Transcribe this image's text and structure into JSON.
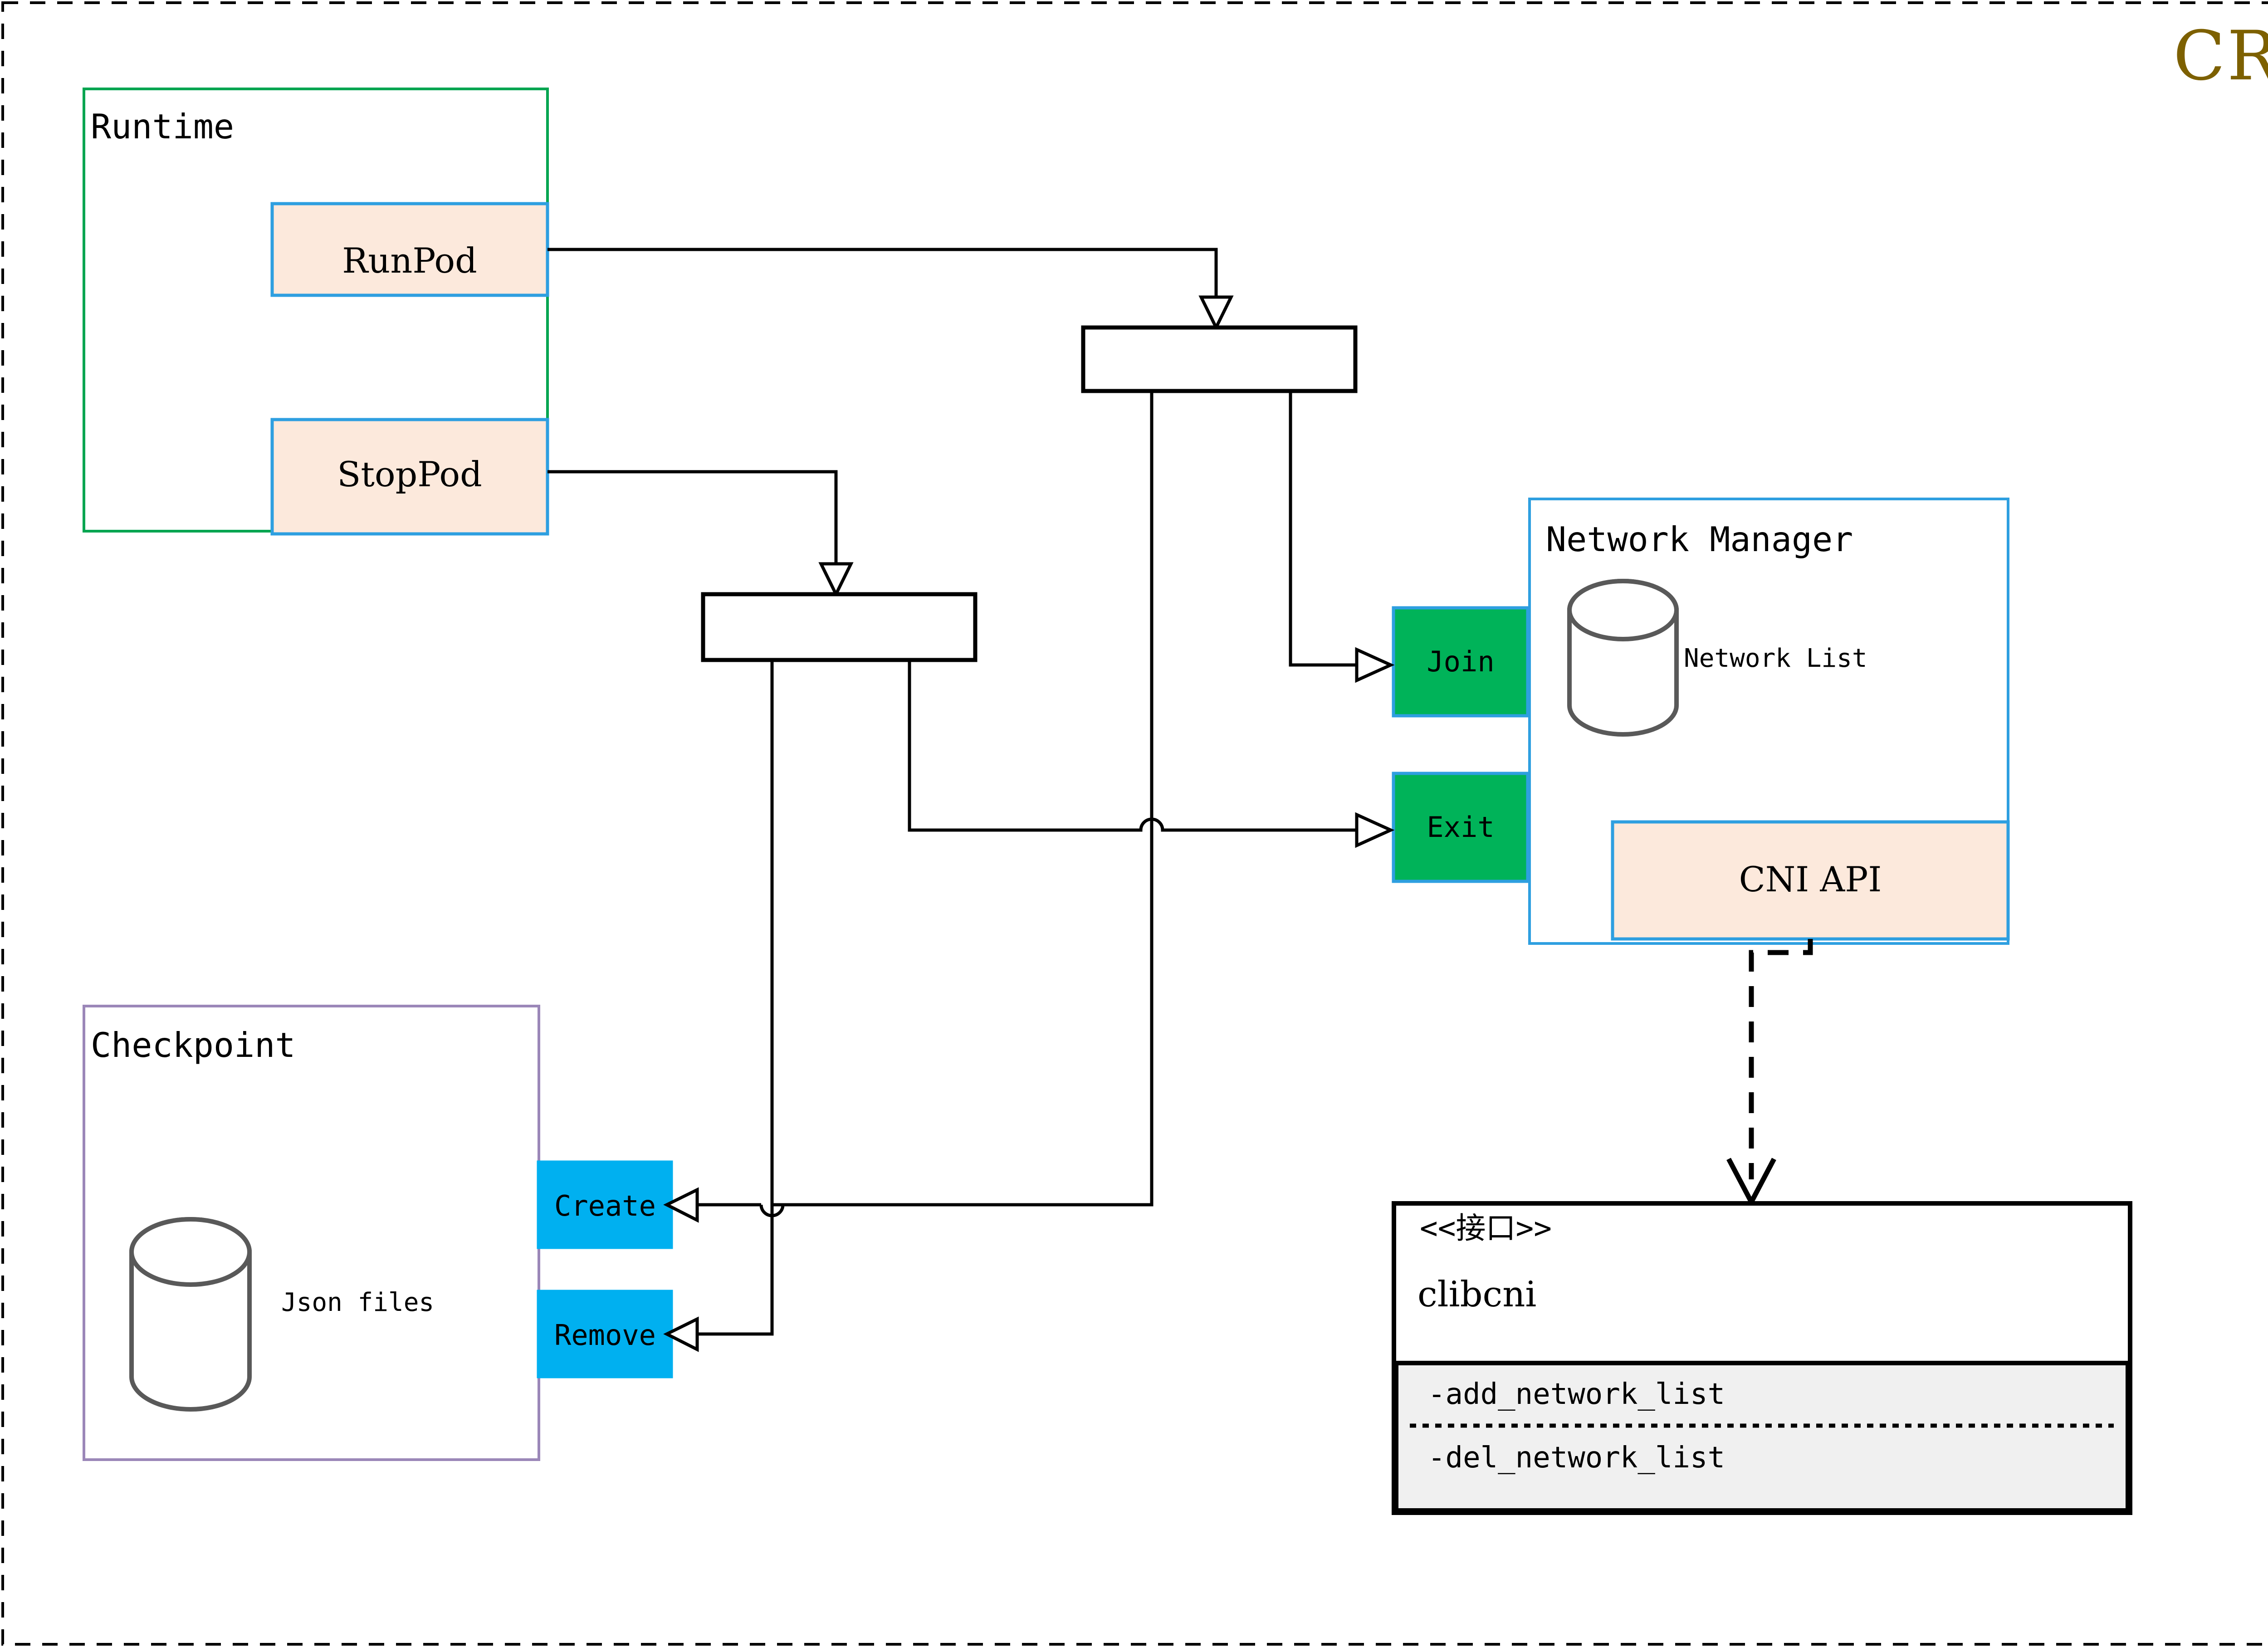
{
  "diagram": {
    "title": "CRI",
    "title_color": "#7d6000",
    "frame": {
      "style": "dashed",
      "color": "#000000"
    }
  },
  "containers": {
    "runtime": {
      "label": "Runtime",
      "border_color": "#00a550",
      "fill": "#ffffff"
    },
    "checkpoint": {
      "label": "Checkpoint",
      "border_color": "#9b87b8",
      "fill": "#ffffff",
      "datastore_label": "Json files"
    },
    "network_manager": {
      "label": "Network Manager",
      "border_color": "#2e9fe0",
      "fill": "#ffffff",
      "datastore_label": "Network List"
    }
  },
  "nodes": {
    "run_pod": {
      "label": "RunPod",
      "fill": "#fce9dc",
      "border_color": "#2e9fe0"
    },
    "stop_pod": {
      "label": "StopPod",
      "fill": "#fce9dc",
      "border_color": "#2e9fe0"
    },
    "cni_api": {
      "label": "CNI API",
      "fill": "#fce9dc",
      "border_color": "#2e9fe0"
    },
    "join": {
      "label": "Join",
      "fill": "#00b359",
      "border_color": "#2e9fe0"
    },
    "exit": {
      "label": "Exit",
      "fill": "#00b359",
      "border_color": "#2e9fe0"
    },
    "create": {
      "label": "Create",
      "fill": "#00b0f0",
      "border_color": "#00b0f0"
    },
    "remove": {
      "label": "Remove",
      "fill": "#00b0f0",
      "border_color": "#00b0f0"
    }
  },
  "interface_box": {
    "stereotype": "<<接口>>",
    "name": "clibcni",
    "methods": [
      "-add_network_list",
      "-del_network_list"
    ],
    "methods_fill": "#f0f0f0",
    "border_color": "#000000"
  },
  "fork_bars": {
    "top": {
      "name": "fork-bar-runpod"
    },
    "bottom": {
      "name": "fork-bar-stoppod"
    }
  }
}
